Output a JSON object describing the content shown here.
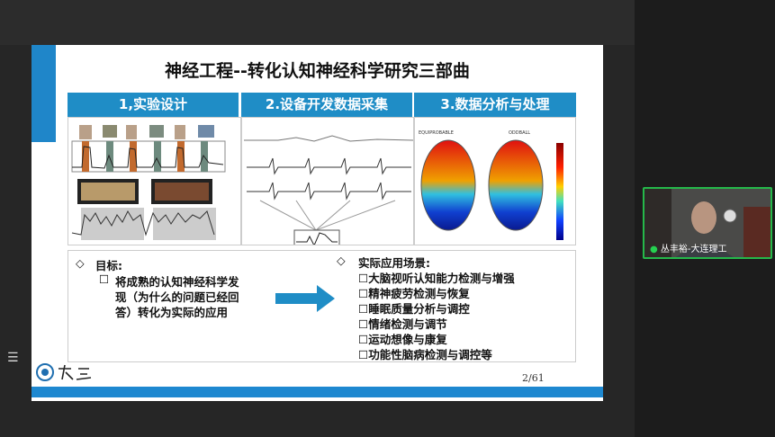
{
  "slide": {
    "title": "神经工程--转化认知神经科学研究三部曲",
    "headers": [
      "1,实验设计",
      "2.设备开发数据采集",
      "3.数据分析与处理"
    ],
    "topo_labels": [
      "EQUIPROBABLE",
      "ODDBALL"
    ],
    "goal_label": "目标:",
    "goal_lines": [
      "将成熟的认知神经科学发",
      "现（为什么的问题已经回",
      "答）转化为实际的应用"
    ],
    "apps_label": "实际应用场景:",
    "apps": [
      "大脑视听认知能力检测与增强",
      "精神疲劳检测与恢复",
      "睡眠质量分析与调控",
      "情绪检测与调节",
      "运动想像与康复",
      "功能性脑病检测与调控等"
    ],
    "page_number": "2/61"
  },
  "video": {
    "participant_name": "丛丰裕-大连理工"
  },
  "colors": {
    "accent": "#1f8dc6",
    "speaking": "#25b84a"
  }
}
